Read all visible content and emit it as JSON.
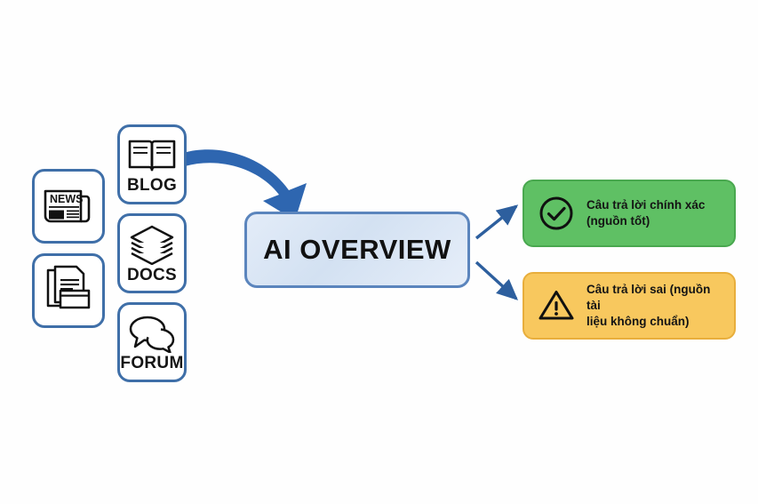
{
  "diagram": {
    "title": "AI Overview source-to-answer flow",
    "center": {
      "label": "AI OVERVIEW",
      "fill": "#dce7f6",
      "border": "#5b85bd"
    },
    "sources": [
      {
        "id": "news",
        "label": "",
        "icon": "newspaper-icon",
        "border": "#3f6fa8"
      },
      {
        "id": "docs-stack",
        "label": "",
        "icon": "documents-copy-icon",
        "border": "#3f6fa8"
      },
      {
        "id": "blog",
        "label": "BLOG",
        "icon": "open-book-icon",
        "border": "#3f6fa8"
      },
      {
        "id": "docs",
        "label": "DOCS",
        "icon": "layers-stack-icon",
        "border": "#3f6fa8"
      },
      {
        "id": "forum",
        "label": "FORUM",
        "icon": "speech-bubbles-icon",
        "border": "#3f6fa8"
      }
    ],
    "news_masthead": "NEWS",
    "outcomes": [
      {
        "id": "good",
        "line1": "Câu trả lời chính xác",
        "line2": "(nguồn tốt)",
        "icon": "check-circle-icon",
        "fill": "#5fc064",
        "border": "#49a84f"
      },
      {
        "id": "bad",
        "line1": "Câu trả lời sai (nguồn tài",
        "line2": "liệu không chuẩn)",
        "icon": "warning-triangle-icon",
        "fill": "#f8c85e",
        "border": "#e8ae3c"
      }
    ],
    "arrows": {
      "input_color": "#2e66b0",
      "output_color": "#2d5f9e"
    }
  }
}
